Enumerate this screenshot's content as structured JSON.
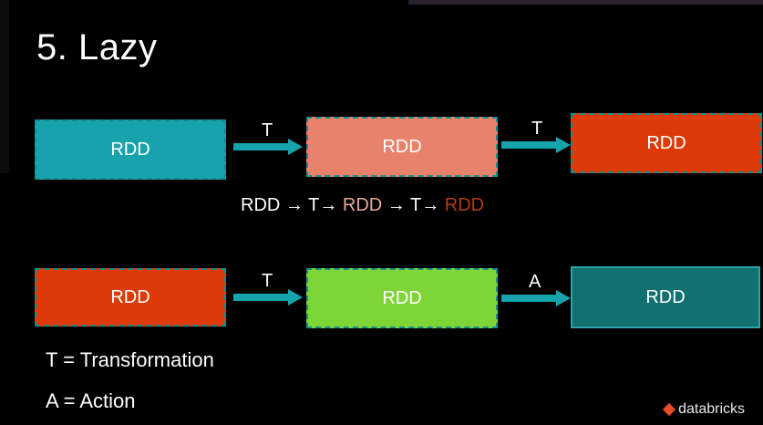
{
  "title": "5. Lazy",
  "row1": {
    "box1": {
      "label": "RDD",
      "color": "#16a3ab"
    },
    "arrow1": {
      "label": "T"
    },
    "box2": {
      "label": "RDD",
      "color": "#e8826a"
    },
    "arrow2": {
      "label": "T"
    },
    "box3": {
      "label": "RDD",
      "color": "#dd3a07"
    }
  },
  "sequence": {
    "rdd1": "RDD",
    "arrow1": " → ",
    "t1": "T→ ",
    "rdd2": "RDD",
    "arrow2": " → ",
    "t2": "T→ ",
    "rdd3": "RDD",
    "colors": {
      "white": "#ffffff",
      "salmon": "#e8a89a",
      "rust": "#b83a10"
    }
  },
  "row2": {
    "box1": {
      "label": "RDD",
      "color": "#dd3a07"
    },
    "arrow1": {
      "label": "T"
    },
    "box2": {
      "label": "RDD",
      "color": "#7ed636"
    },
    "arrow2": {
      "label": "A"
    },
    "box3": {
      "label": "RDD",
      "color": "#137070"
    }
  },
  "legend": {
    "t": "T = Transformation",
    "a": "A = Action"
  },
  "brand": {
    "text": "databricks",
    "icon": "databricks-logo-icon"
  }
}
